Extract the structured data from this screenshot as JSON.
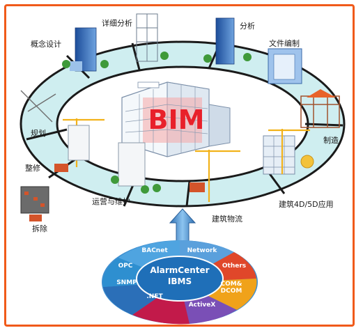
{
  "center_label": "BIM",
  "stages": {
    "concept": "概念设计",
    "detail": "详细分析",
    "analysis": "分析",
    "docs": "文件编制",
    "planning": "规划",
    "fabrication": "制造",
    "renovation": "整修",
    "bim4d5d": "建筑4D/5D应用",
    "ops": "运营与维护",
    "logistics": "建筑物流",
    "demolition": "拆除"
  },
  "ibms": {
    "title_line1": "AlarmCenter",
    "title_line2": "IBMS",
    "segments": {
      "bacnet": "BACnet",
      "network": "Network",
      "others": "Others",
      "com_dcom_1": "COM&",
      "com_dcom_2": "DCOM",
      "activex": "ActiveX",
      "dotnet": ".NET",
      "snmp": "SNMP",
      "opc": "OPC"
    }
  },
  "colors": {
    "frame": "#f05a1a",
    "ring_fill": "#cfeef0",
    "ring_stroke": "#1a1a1a",
    "bim_text": "#e8202a",
    "arrow": "#3e86c8"
  }
}
